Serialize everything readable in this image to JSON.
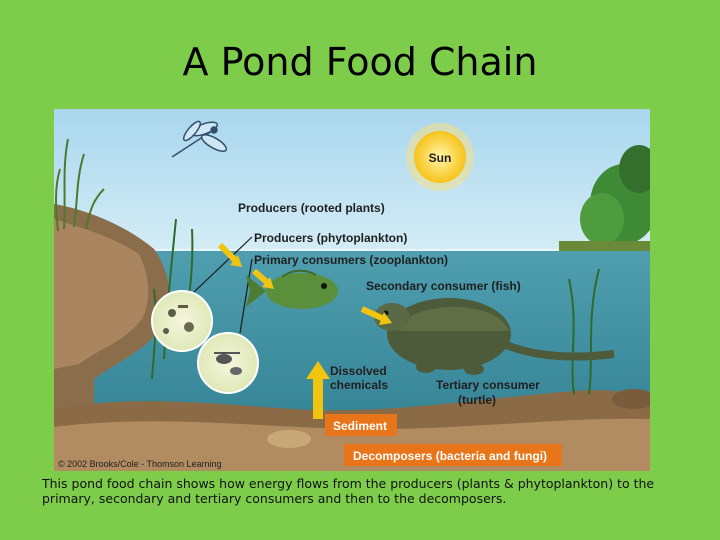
{
  "slide": {
    "title": "A Pond Food Chain",
    "caption": "This pond food chain shows how energy flows from the producers (plants & phytoplankton) to the primary, secondary and tertiary consumers and then to the decomposers."
  },
  "diagram": {
    "sun_label": "Sun",
    "labels": {
      "rooted_plants": "Producers (rooted plants)",
      "phytoplankton": "Producers (phytoplankton)",
      "zooplankton": "Primary consumers (zooplankton)",
      "fish": "Secondary consumer (fish)",
      "dissolved_line1": "Dissolved",
      "dissolved_line2": "chemicals",
      "turtle_line1": "Tertiary consumer",
      "turtle_line2": "(turtle)",
      "sediment": "Sediment",
      "decomposers": "Decomposers (bacteria and fungi)"
    },
    "credit": "© 2002 Brooks/Cole - Thomson Learning",
    "colors": {
      "sky": "#b9dff0",
      "water": "#5aa7b5",
      "mud": "#8a6d4a",
      "arrow": "#f1c40f",
      "orange_box": "#e8751a"
    }
  }
}
